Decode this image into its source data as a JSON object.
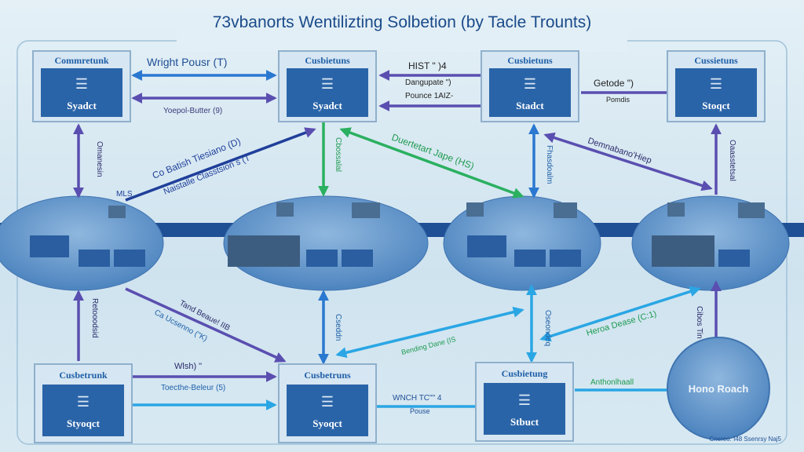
{
  "title": "73vbanorts Wentilizting Solbetion (by Tacle Trounts)",
  "colors": {
    "purple": "#5a4fb0",
    "blue": "#2a78d0",
    "green": "#2bb060",
    "light_blue": "#2aa6e4",
    "box_panel": "#2a64a8",
    "node": "#5d92c9",
    "text_dark": "#1a4a8a"
  },
  "top_boxes": [
    {
      "title": "Commretunk",
      "label": "Syadct"
    },
    {
      "title": "Cusbietuns",
      "label": "Syadct"
    },
    {
      "title": "Cusbietuns",
      "label": "Stadct"
    },
    {
      "title": "Cussietuns",
      "label": "Stoqct"
    }
  ],
  "bottom_boxes": [
    {
      "title": "Cusbetrunk",
      "label": "Styoqct"
    },
    {
      "title": "Cusbetruns",
      "label": "Syoqct"
    },
    {
      "title": "Cusbietung",
      "label": "Stbuct"
    }
  ],
  "end_node": {
    "label": "Hono Roach"
  },
  "labels": {
    "wright_pousr": "Wright Pousr (T)",
    "yoepol_butter": "Yoepol-Butter (9)",
    "hist": "HIST \" )4",
    "dangupate": "Dangupate \")",
    "pounce": "Pounce 1AIZ-",
    "getode": "Getode \")",
    "pomdis": "Pomdis",
    "co_batish": "Co Batish Tiesiano (D)",
    "naistalle": "Naistalle Classtsion s (T",
    "mls": "MLS",
    "duertetart": "Duertetart Jape (HS)",
    "demnabano": "Demnabano'Hiep",
    "left_vertical_top": "Omanesin",
    "center_vertical_top": "Cbossalal",
    "mid_vertical_top": "Fhasdoalm",
    "right_vertical_top": "Oaasstetsal",
    "tand_beaue": "Tand Beaue! IIB",
    "ca_ucsenno": "Ca Ucsenno (\"K)",
    "left_vertical_bottom": "Retooodsid",
    "center_vertical_bottom": "Cseddn",
    "bending_dane": "Bending Dane (IS",
    "mid_vertical_bottom": "Oseondeq",
    "heroa_dease": "Heroa Dease (C:1)",
    "right_vertical_bottom": "Cibos Tin",
    "wlsh": "Wlsh) \"",
    "toecthe_beleur": "Toecthe-Beleur (5)",
    "wnch": "WNCH TC\"\" 4",
    "pouse": "Pouse",
    "anthonlhaall": "Anthonlhaall",
    "footnote": "Cnereo. I48 Ssenrsy Naj5"
  }
}
